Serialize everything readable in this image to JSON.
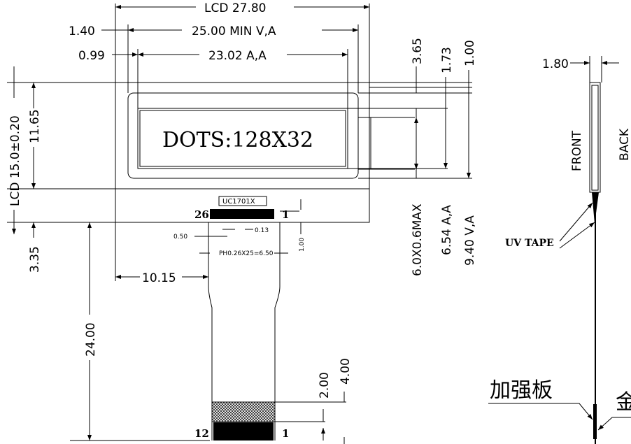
{
  "front_view": {
    "dim_lcd_width": "LCD 27.80",
    "dim_view_area": "25.00 MIN V,A",
    "dim_view_offset": "1.40",
    "dim_active_area": "23.02 A,A",
    "dim_active_offset": "0.99",
    "display_text": "DOTS:128X32",
    "controller_label": "UC1701X",
    "pin_first": "26",
    "pin_last": "1",
    "dim_pitch_pad": "0.50",
    "dim_gap": "0.13",
    "dim_pin_total": "PH0.26X25=6.50",
    "dim_pad_height": "1.00",
    "dim_lcd_height": "LCD 15.0±0.20",
    "dim_11_65": "11.65",
    "dim_3_35": "3.35",
    "dim_fpc_offset": "10.15",
    "dim_fpc_length": "24.00",
    "dim_2_00": "2.00",
    "dim_4_00": "4.00",
    "fpc_pin_first": "12",
    "fpc_pin_last": "1",
    "dim_3_65": "3.65",
    "dim_1_73": "1.73",
    "dim_1_00": "1.00",
    "dim_led": "6.0X0.6MAX",
    "dim_active_height": "6.54 A,A",
    "dim_view_height": "9.40 V,A"
  },
  "side_view": {
    "dim_thickness": "1.80",
    "front_label": "FRONT",
    "back_label": "BACK",
    "uv_tape_label": "UV TAPE",
    "stiffener_label": "加强板",
    "gold_finger_label": "金"
  }
}
